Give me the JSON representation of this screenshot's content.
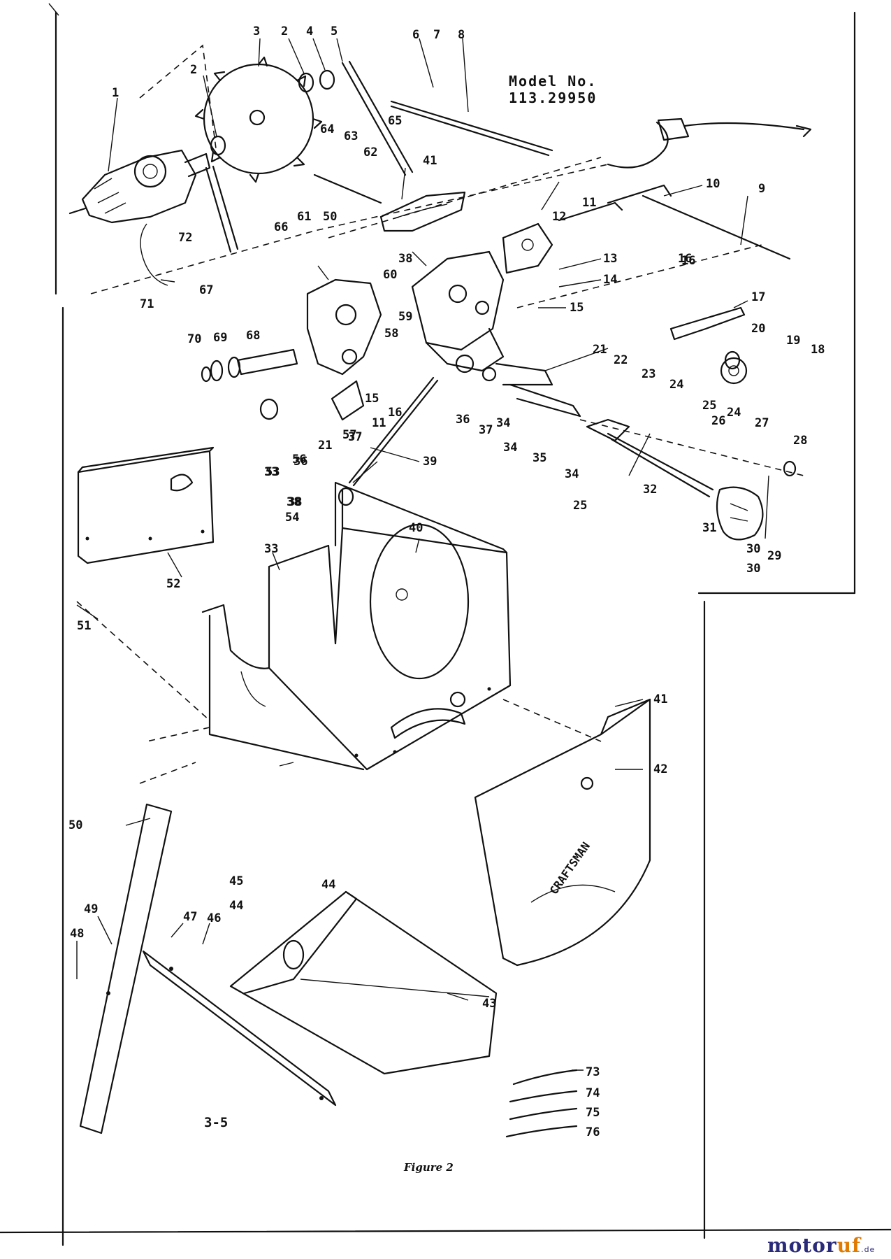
{
  "model": {
    "line1": "Model No.",
    "line2": "113.29950"
  },
  "page_number": "3-5",
  "figure_caption": "Figure 2",
  "watermark": {
    "brand_a": "motor",
    "brand_b": "uf",
    "tld": ".de",
    "color_a": "#2a2a7a",
    "color_b": "#e07b00"
  },
  "housing_logo_text": "CRAFTSMAN",
  "callouts": [
    {
      "id": "c1",
      "label": "1"
    },
    {
      "id": "c2",
      "label": "2"
    },
    {
      "id": "c3",
      "label": "3"
    },
    {
      "id": "c2b",
      "label": "2"
    },
    {
      "id": "c4",
      "label": "4"
    },
    {
      "id": "c5",
      "label": "5"
    },
    {
      "id": "c6",
      "label": "6"
    },
    {
      "id": "c7",
      "label": "7"
    },
    {
      "id": "c8",
      "label": "8"
    },
    {
      "id": "c9",
      "label": "9"
    },
    {
      "id": "c10",
      "label": "10"
    },
    {
      "id": "c11a",
      "label": "11"
    },
    {
      "id": "c12",
      "label": "12"
    },
    {
      "id": "c13",
      "label": "13"
    },
    {
      "id": "c14",
      "label": "14"
    },
    {
      "id": "c15a",
      "label": "15"
    },
    {
      "id": "c16a",
      "label": "16"
    },
    {
      "id": "c17",
      "label": "17"
    },
    {
      "id": "c18",
      "label": "18"
    },
    {
      "id": "c19",
      "label": "19"
    },
    {
      "id": "c20",
      "label": "20"
    },
    {
      "id": "c21a",
      "label": "21"
    },
    {
      "id": "c22",
      "label": "22"
    },
    {
      "id": "c23",
      "label": "23"
    },
    {
      "id": "c24a",
      "label": "24"
    },
    {
      "id": "c24b",
      "label": "24"
    },
    {
      "id": "c25a",
      "label": "25"
    },
    {
      "id": "c26a",
      "label": "26"
    },
    {
      "id": "c27a",
      "label": "27"
    },
    {
      "id": "c28",
      "label": "28"
    },
    {
      "id": "c29",
      "label": "29"
    },
    {
      "id": "c30a",
      "label": "30"
    },
    {
      "id": "c31",
      "label": "31"
    },
    {
      "id": "c32",
      "label": "32"
    },
    {
      "id": "c33a",
      "label": "33"
    },
    {
      "id": "c33b",
      "label": "33"
    },
    {
      "id": "c34a",
      "label": "34"
    },
    {
      "id": "c34b",
      "label": "34"
    },
    {
      "id": "c35",
      "label": "35"
    },
    {
      "id": "c36a",
      "label": "36"
    },
    {
      "id": "c37a",
      "label": "37"
    },
    {
      "id": "c38a",
      "label": "38"
    },
    {
      "id": "c39",
      "label": "39"
    },
    {
      "id": "c38b",
      "label": "38"
    },
    {
      "id": "c40",
      "label": "40"
    },
    {
      "id": "c41a",
      "label": "41"
    },
    {
      "id": "c41b",
      "label": "41"
    },
    {
      "id": "c42",
      "label": "42"
    },
    {
      "id": "c43",
      "label": "43"
    },
    {
      "id": "c44",
      "label": "44"
    },
    {
      "id": "c44b",
      "label": "44"
    },
    {
      "id": "c45",
      "label": "45"
    },
    {
      "id": "c46",
      "label": "46"
    },
    {
      "id": "c47",
      "label": "47"
    },
    {
      "id": "c48",
      "label": "48"
    },
    {
      "id": "c49",
      "label": "49"
    },
    {
      "id": "c50a",
      "label": "50"
    },
    {
      "id": "c50b",
      "label": "50"
    },
    {
      "id": "c51",
      "label": "51"
    },
    {
      "id": "c52",
      "label": "52"
    },
    {
      "id": "c53",
      "label": "53"
    },
    {
      "id": "c54",
      "label": "54"
    },
    {
      "id": "c56",
      "label": "56"
    },
    {
      "id": "c57",
      "label": "57"
    },
    {
      "id": "c58",
      "label": "58"
    },
    {
      "id": "c59",
      "label": "59"
    },
    {
      "id": "c60",
      "label": "60"
    },
    {
      "id": "c61",
      "label": "61"
    },
    {
      "id": "c62",
      "label": "62"
    },
    {
      "id": "c63",
      "label": "63"
    },
    {
      "id": "c64",
      "label": "64"
    },
    {
      "id": "c65",
      "label": "65"
    },
    {
      "id": "c66",
      "label": "66"
    },
    {
      "id": "c67",
      "label": "67"
    },
    {
      "id": "c68",
      "label": "68"
    },
    {
      "id": "c69",
      "label": "69"
    },
    {
      "id": "c70",
      "label": "70"
    },
    {
      "id": "c71",
      "label": "71"
    },
    {
      "id": "c72",
      "label": "72"
    },
    {
      "id": "c11b",
      "label": "11"
    },
    {
      "id": "c15b",
      "label": "15"
    },
    {
      "id": "c16b",
      "label": "16"
    },
    {
      "id": "c21b",
      "label": "21"
    },
    {
      "id": "c36b",
      "label": "36"
    },
    {
      "id": "c37b",
      "label": "37"
    },
    {
      "id": "c38c",
      "label": "38"
    },
    {
      "id": "c34c",
      "label": "34"
    },
    {
      "id": "c30b",
      "label": "30"
    },
    {
      "id": "c73",
      "label": "73"
    },
    {
      "id": "c74",
      "label": "74"
    },
    {
      "id": "c75",
      "label": "75"
    },
    {
      "id": "c76",
      "label": "76"
    },
    {
      "id": "c16c",
      "label": "16"
    },
    {
      "id": "c25b",
      "label": "25"
    }
  ]
}
